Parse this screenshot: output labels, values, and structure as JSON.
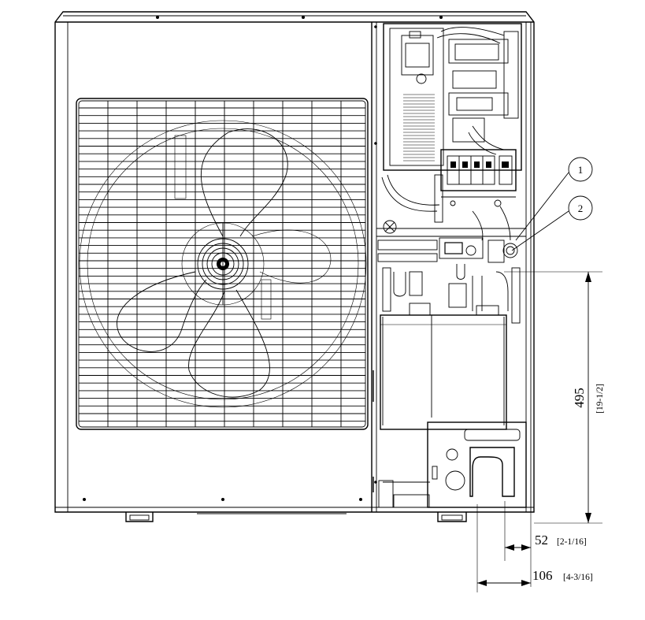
{
  "callouts": [
    {
      "label": "1"
    },
    {
      "label": "2"
    }
  ],
  "dimensions": {
    "height": {
      "value": "495",
      "inch": "[19-1/2]"
    },
    "offset_small": {
      "value": "52",
      "inch": "[2-1/16]"
    },
    "offset_large": {
      "value": "106",
      "inch": "[4-3/16]"
    }
  }
}
